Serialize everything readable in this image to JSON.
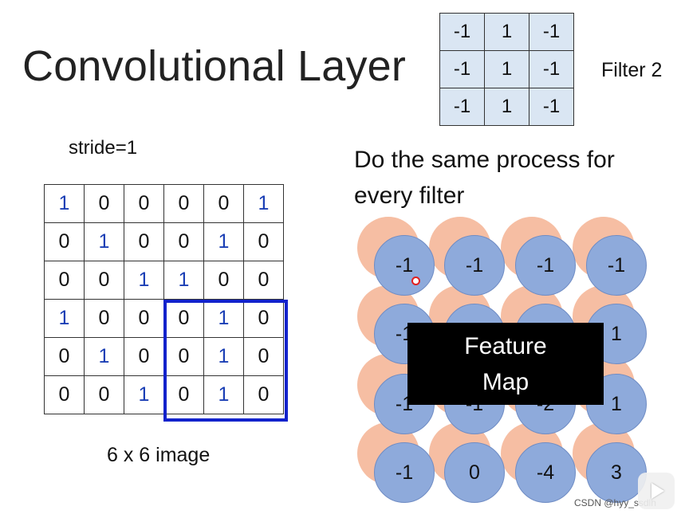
{
  "title": "Convolutional Layer",
  "filter": {
    "label": "Filter 2",
    "matrix": [
      [
        "-1",
        "1",
        "-1"
      ],
      [
        "-1",
        "1",
        "-1"
      ],
      [
        "-1",
        "1",
        "-1"
      ]
    ]
  },
  "stride_label": "stride=1",
  "process_text": "Do the same process for every filter",
  "image": {
    "label": "6 x 6 image",
    "matrix": [
      [
        "1",
        "0",
        "0",
        "0",
        "0",
        "1"
      ],
      [
        "0",
        "1",
        "0",
        "0",
        "1",
        "0"
      ],
      [
        "0",
        "0",
        "1",
        "1",
        "0",
        "0"
      ],
      [
        "1",
        "0",
        "0",
        "0",
        "1",
        "0"
      ],
      [
        "0",
        "1",
        "0",
        "0",
        "1",
        "0"
      ],
      [
        "0",
        "0",
        "1",
        "0",
        "1",
        "0"
      ]
    ]
  },
  "feature_map": {
    "label_line1": "Feature",
    "label_line2": "Map",
    "values": [
      [
        "-1",
        "-1",
        "-1",
        "-1"
      ],
      [
        "-1",
        "",
        "",
        "1"
      ],
      [
        "-1",
        "-1",
        "-2",
        "1"
      ],
      [
        "-1",
        "0",
        "-4",
        "3"
      ]
    ]
  },
  "colors": {
    "one_digit": "#1b3fb5",
    "highlight": "#1222cc",
    "filter_bg": "#dae6f3",
    "circle_blue": "#8eaadb",
    "circle_orange": "#f5b89b"
  },
  "watermark": "CSDN @hyy_ssdlh"
}
